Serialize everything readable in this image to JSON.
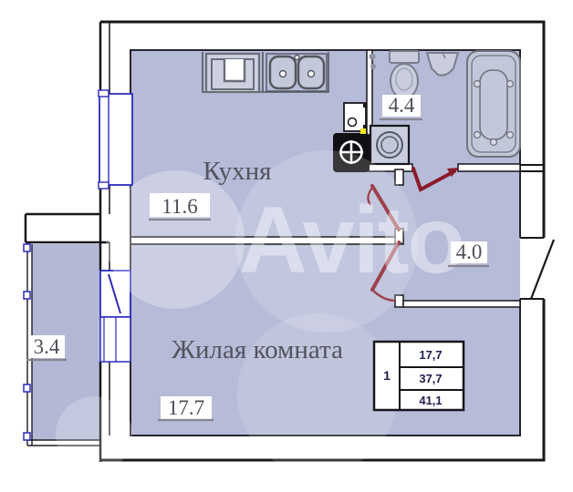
{
  "watermark": {
    "text": "Avito"
  },
  "floorplan": {
    "rooms": {
      "kitchen": {
        "name": "Кухня",
        "area": "11.6"
      },
      "living_room": {
        "name": "Жилая комната",
        "area": "17.7"
      },
      "bathroom": {
        "area": "4.4"
      },
      "hallway": {
        "area": "4.0"
      },
      "balcony": {
        "area": "3.4"
      }
    },
    "summary_table": {
      "rooms_count": "1",
      "row_values": [
        "17,7",
        "37,7",
        "41,1"
      ]
    },
    "fixtures": [
      "stove",
      "kitchen-sink",
      "water-heater",
      "vent-shaft",
      "washing-machine",
      "toilet",
      "wash-basin",
      "bathtub"
    ],
    "colors": {
      "floor_fill": "#b6bbd8",
      "wall": "#17171c",
      "window_blue": "#2b2bbf",
      "door_red": "#8a1b29"
    }
  }
}
